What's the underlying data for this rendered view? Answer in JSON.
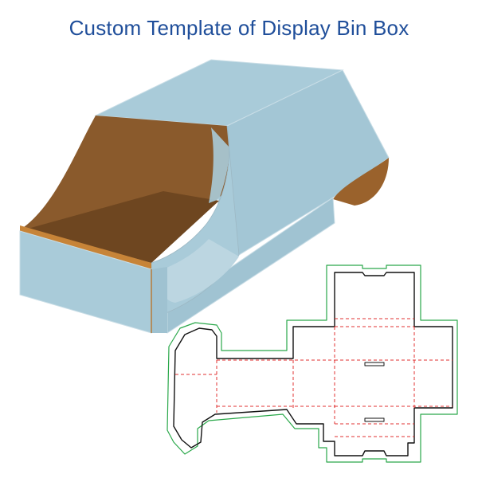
{
  "title": "Custom Template of Display Bin Box",
  "colors": {
    "title": "#1f4e9a",
    "box_surface": "#a9cbd9",
    "box_surface_shade": "#9fc2d1",
    "box_interior": "#8a5a2c",
    "box_interior_dark": "#6e4620",
    "box_edge": "#c78438",
    "cut_line": "#000000",
    "fold_line": "#e03030",
    "bleed_line": "#2aa84a"
  },
  "icons": [
    "display-bin-box-3d-illustration",
    "dieline-template"
  ]
}
